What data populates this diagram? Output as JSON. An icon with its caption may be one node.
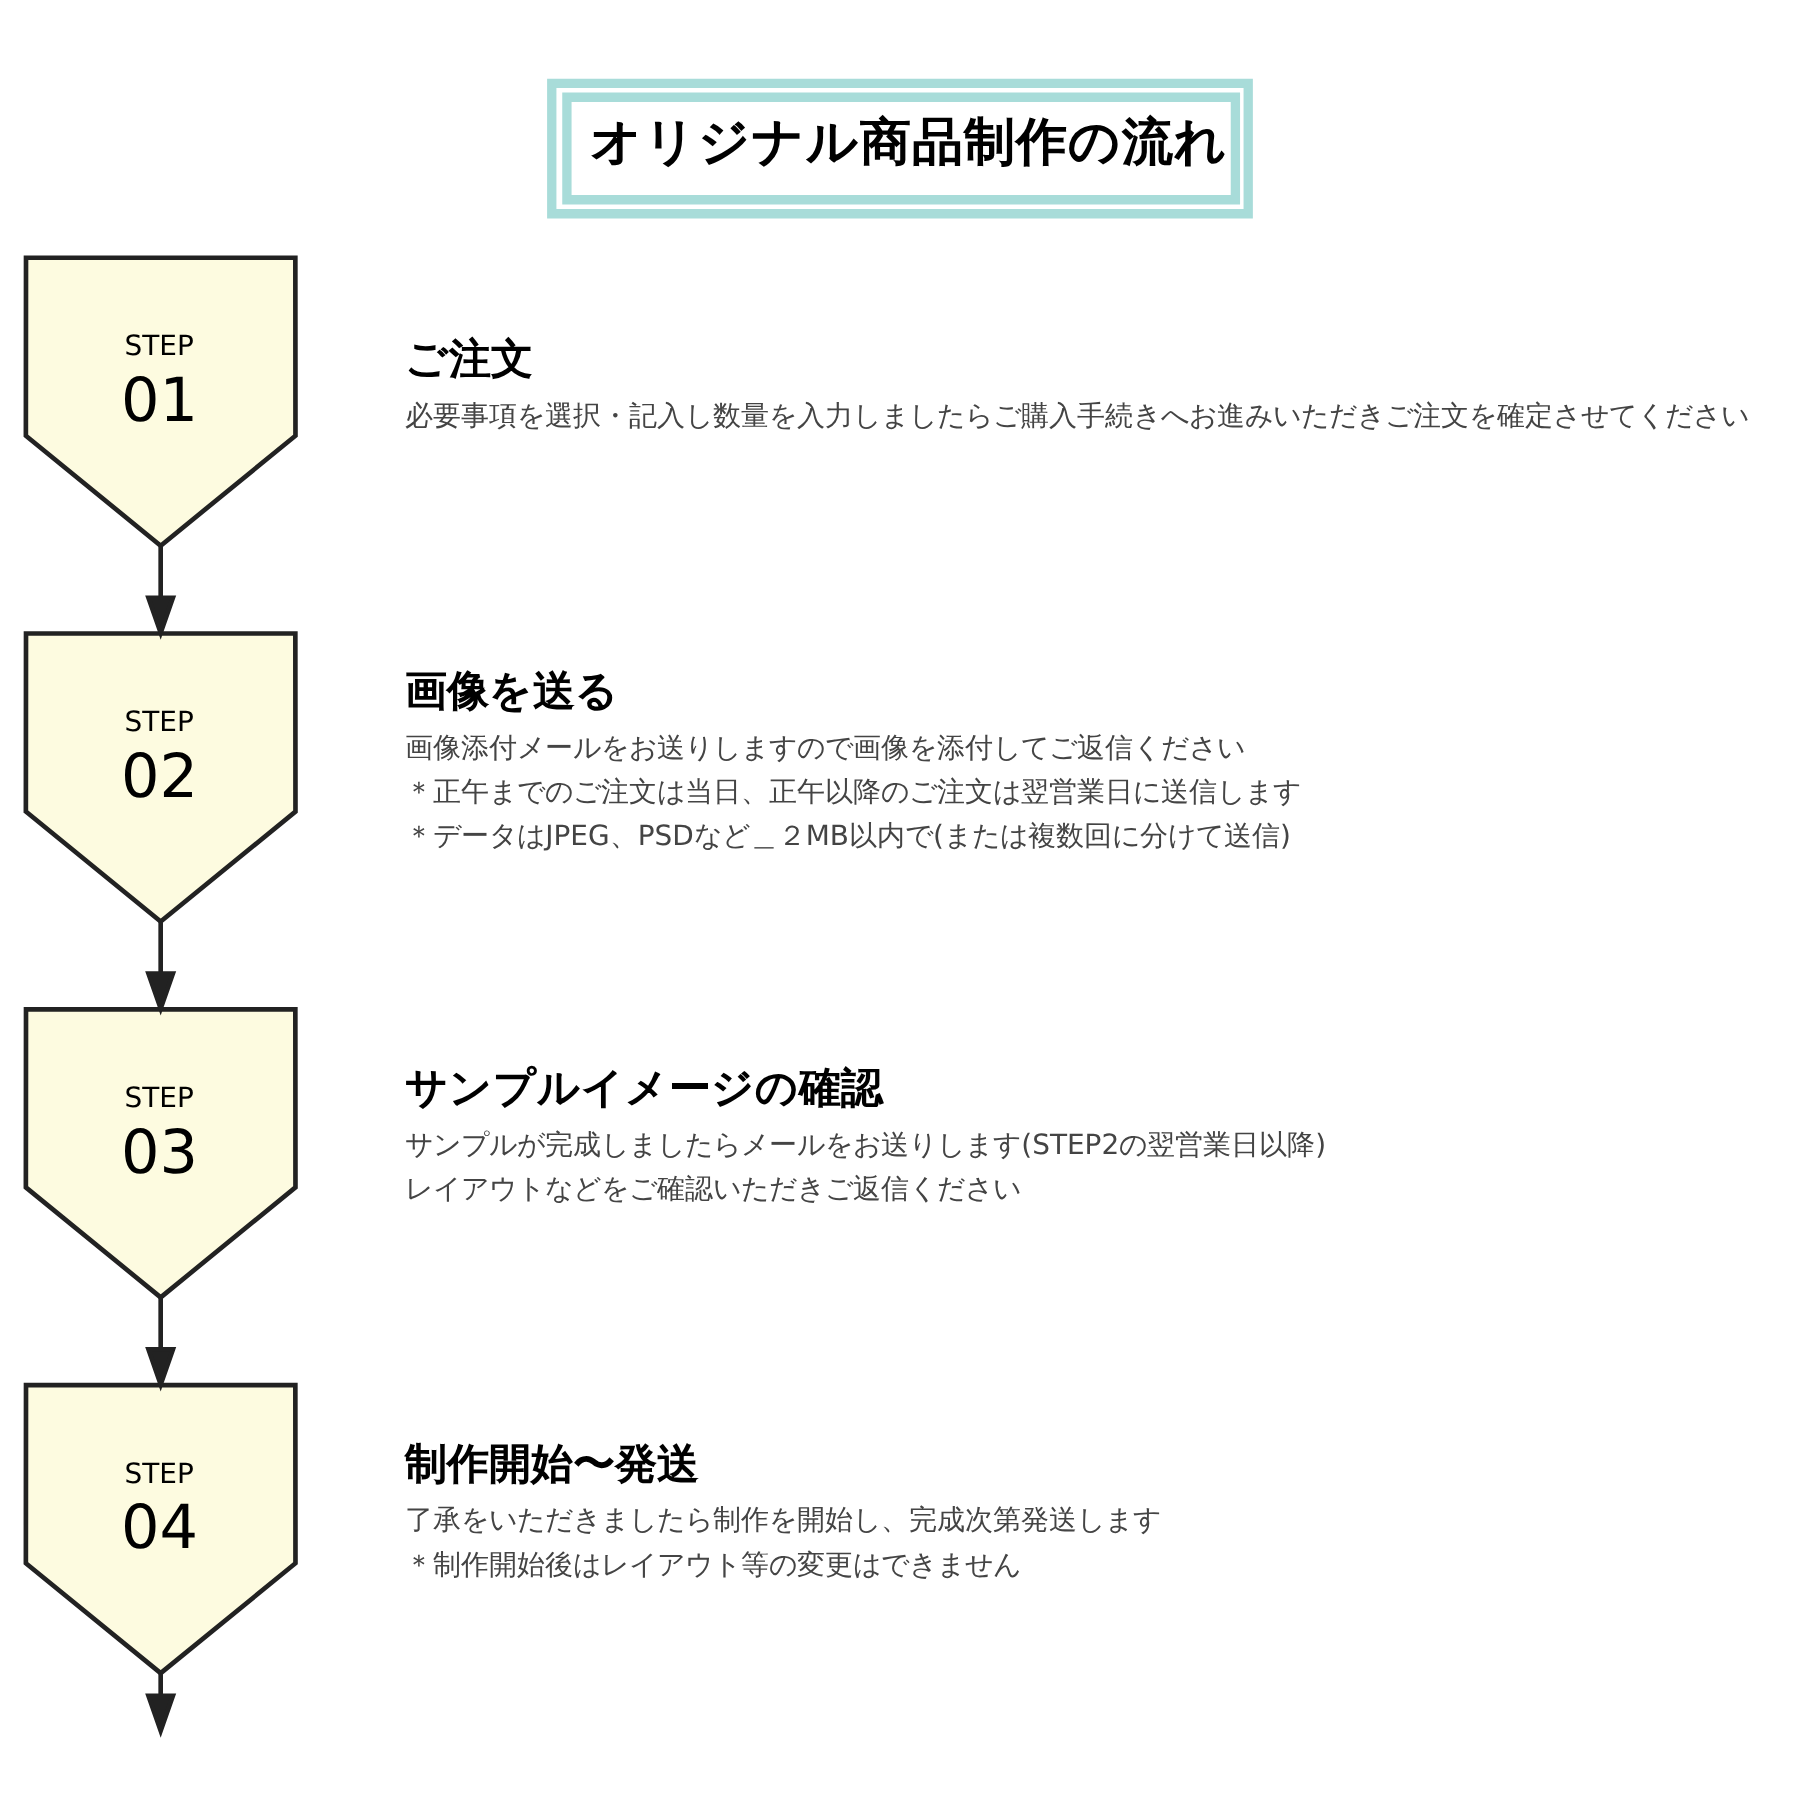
{
  "diagram": {
    "title": "オリジナル商品制作の流れ",
    "nodes": [
      {
        "text": [
          "STEP",
          "01"
        ]
      },
      {
        "text": [
          "ご注文",
          "必要事項を選択・記入し数量を入力しましたらご購入手続きへお進みいただきご注文を確定させてください"
        ]
      },
      {
        "text": [
          "STEP",
          "02"
        ]
      },
      {
        "text": [
          "画像を送る",
          "画像添付メールをお送りしますので画像を添付してご返信ください",
          "＊正午までのご注文は当日、正午以降のご注文は翌営業日に送信します",
          "＊データはJPEG、PSDなど＿２MB以内で(または複数回に分けて送信)"
        ]
      },
      {
        "text": [
          "STEP",
          "03"
        ]
      },
      {
        "text": [
          "サンプルイメージの確認",
          "サンプルが完成しましたらメールをお送りします(STEP2の翌営業日以降)",
          "レイアウトなどをご確認いただきご返信ください"
        ]
      },
      {
        "text": [
          "STEP",
          "04"
        ]
      },
      {
        "text": [
          "制作開始〜発送",
          "了承をいただきましたら制作を開始し、完成次第発送します",
          "＊制作開始後はレイアウト等の変更はできません"
        ]
      }
    ],
    "edges": [
      {
        "from": 0,
        "to": 2,
        "arrow": "to"
      },
      {
        "from": 2,
        "to": 4,
        "arrow": "to"
      },
      {
        "from": 4,
        "to": 6,
        "arrow": "to"
      },
      {
        "from": 6,
        "to": null,
        "arrow": "to"
      }
    ]
  }
}
